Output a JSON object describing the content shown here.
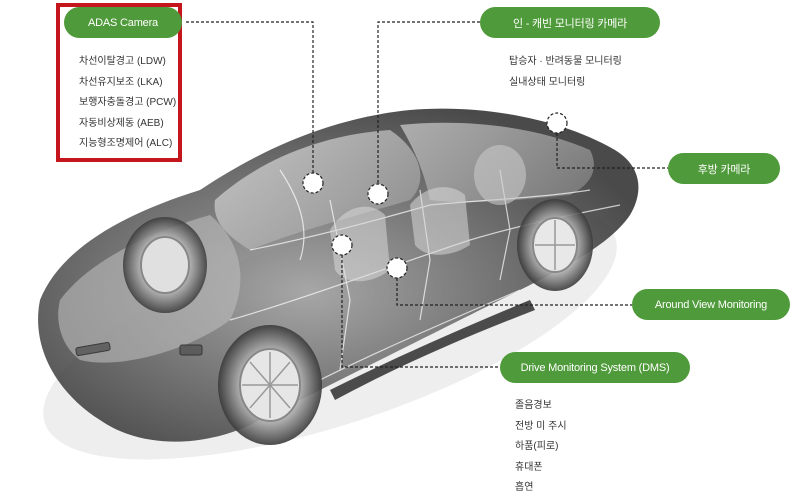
{
  "colors": {
    "pill": "#4f9a3a",
    "highlight_border": "#c4161c",
    "text": "#333333"
  },
  "adas": {
    "title": "ADAS Camera",
    "items": [
      "차선이탈경고 (LDW)",
      "차선유지보조 (LKA)",
      "보행자충돌경고 (PCW)",
      "자동비상제동 (AEB)",
      "지능형조명제어 (ALC)"
    ]
  },
  "cabin": {
    "title": "인 - 캐빈 모니터링 카메라",
    "items": [
      "탑승자 · 반려동물 모니터링",
      "실내상태 모니터링"
    ]
  },
  "rear": {
    "title": "후방 카메라"
  },
  "avm": {
    "title": "Around View Monitoring"
  },
  "dms": {
    "title": "Drive Monitoring System (DMS)",
    "items": [
      "졸음경보",
      "전방 미 주시",
      "하품(피로)",
      "휴대폰",
      "흡연"
    ]
  }
}
